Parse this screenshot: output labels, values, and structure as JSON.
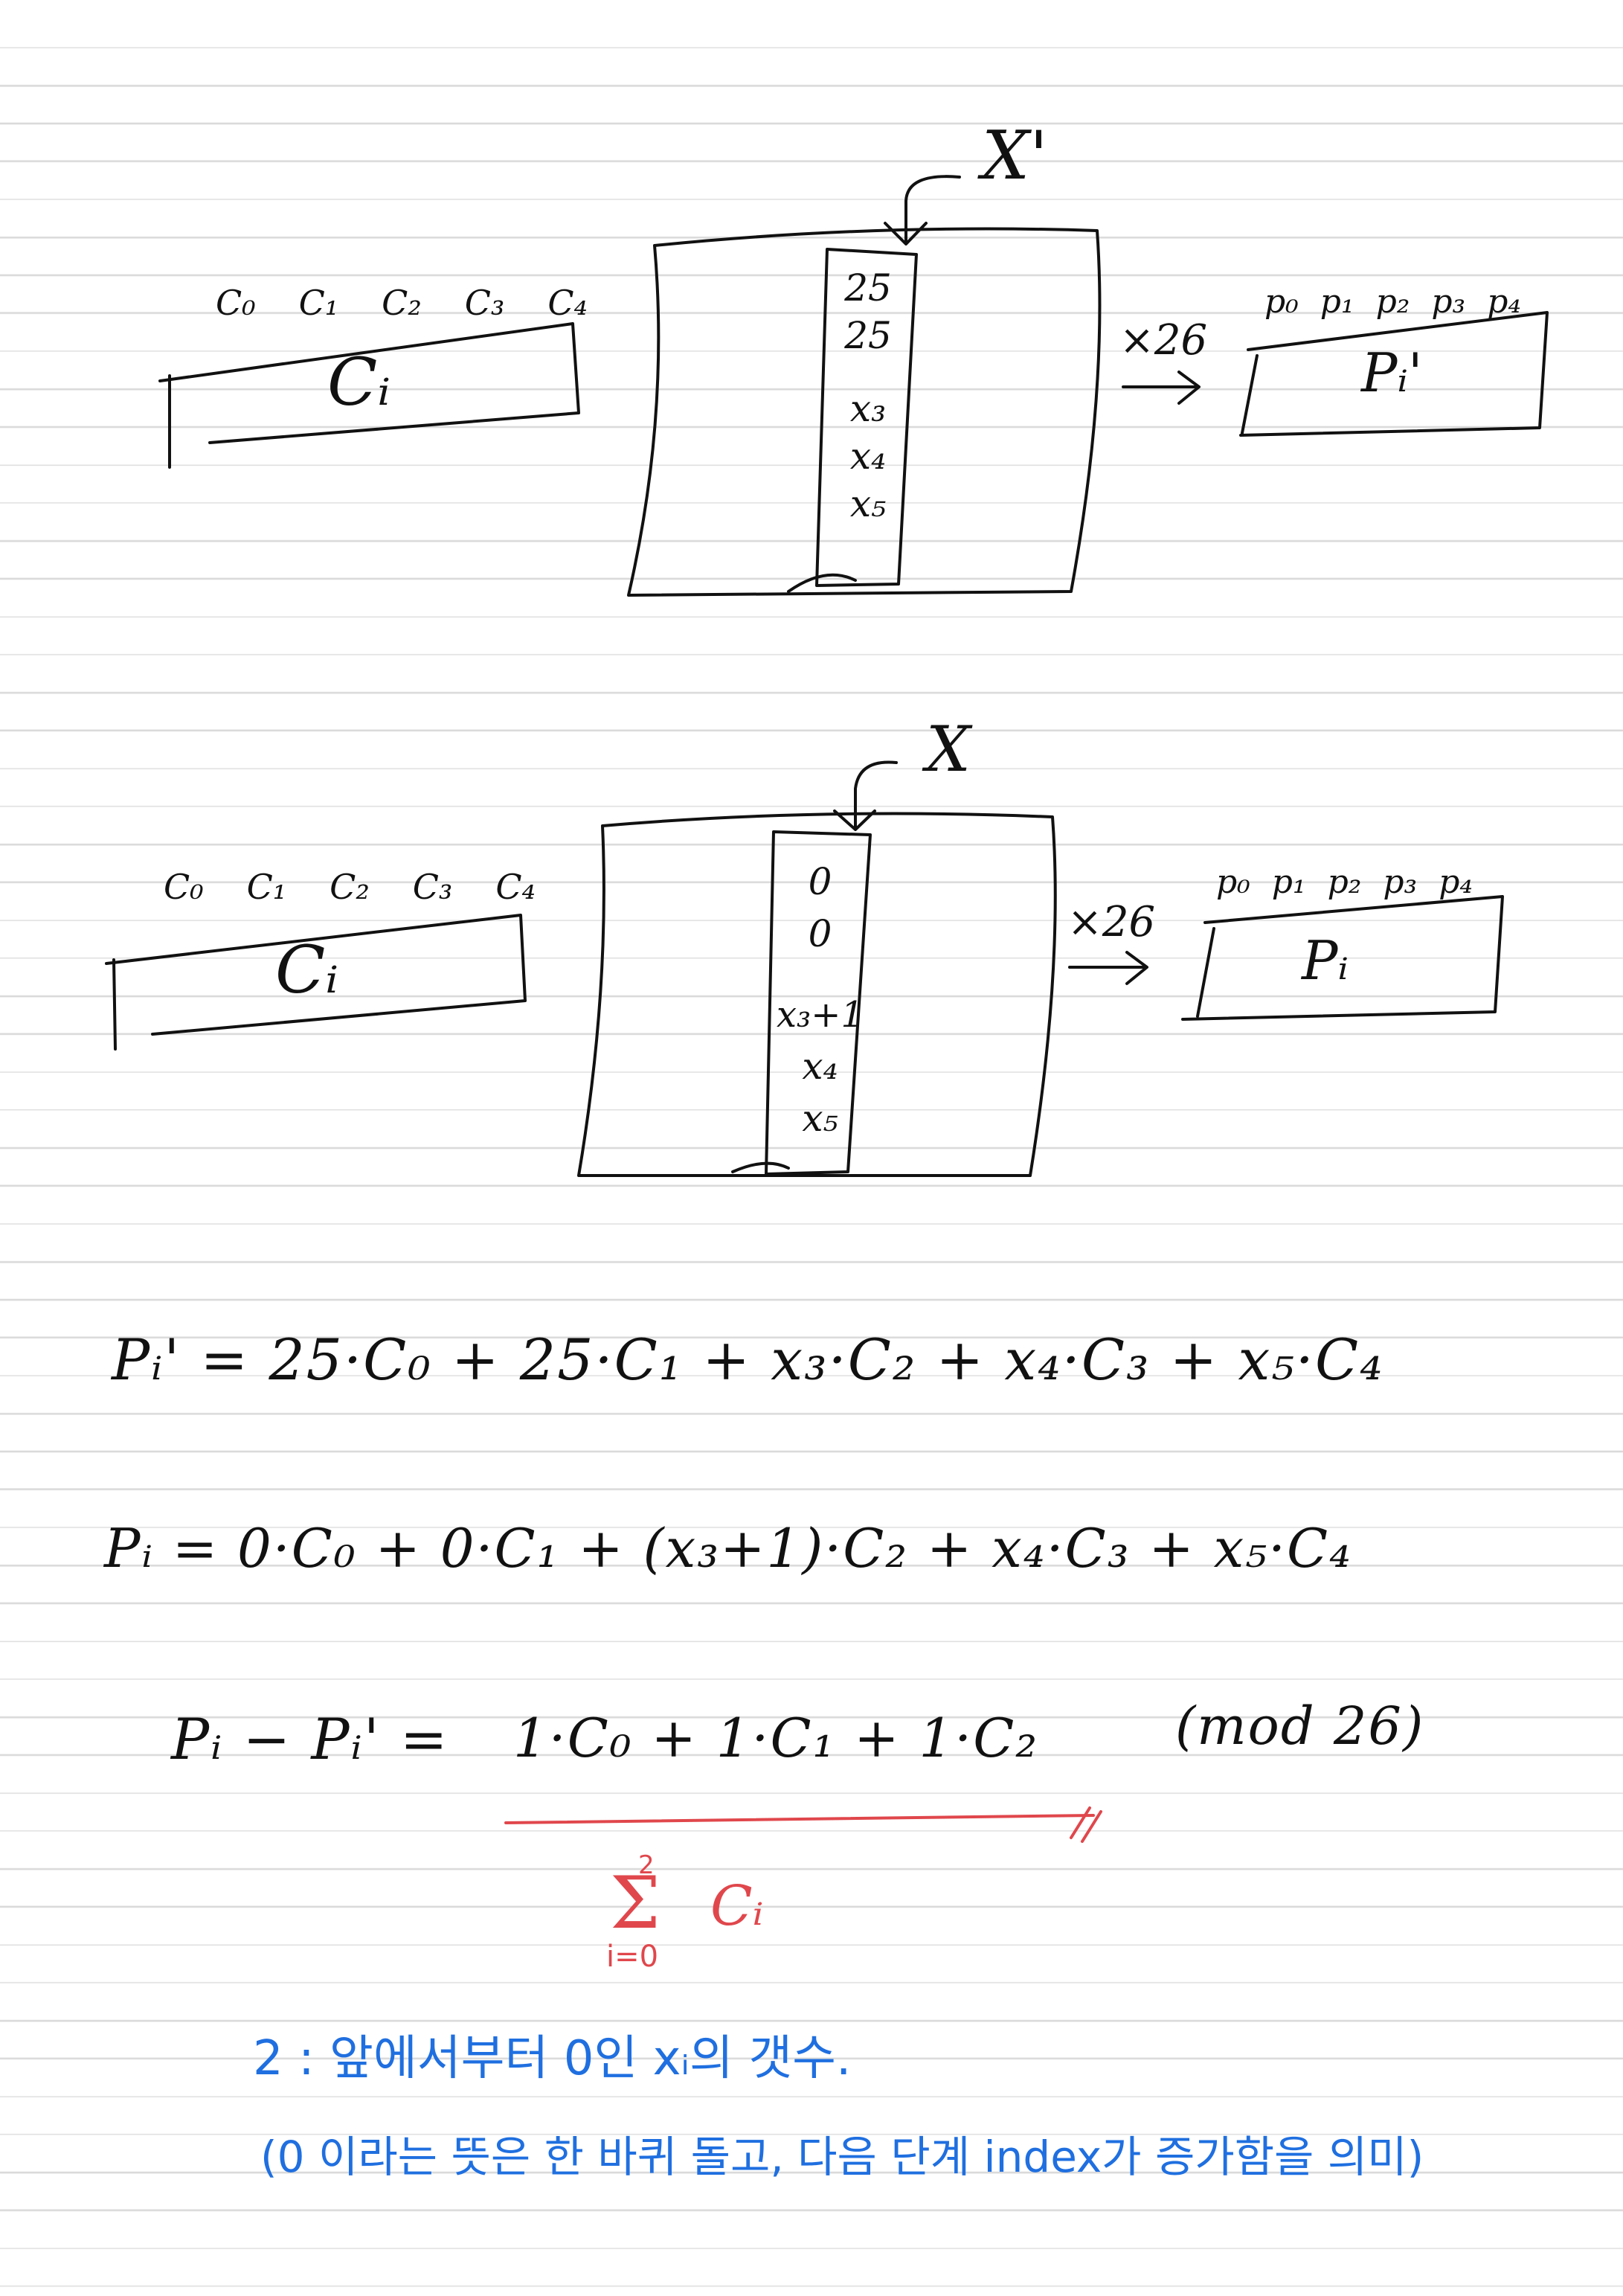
{
  "diagram_top": {
    "x_label": "X'",
    "c_labels": [
      "C₀",
      "C₁",
      "C₂",
      "C₃",
      "C₄"
    ],
    "c_title": "Cᵢ",
    "column_values": [
      "25",
      "25",
      "",
      "x₃",
      "x₄",
      "x₅"
    ],
    "mult_label": "×26",
    "p_labels": [
      "p₀",
      "p₁",
      "p₂",
      "p₃",
      "p₄"
    ],
    "p_title": "Pᵢ'"
  },
  "diagram_bottom": {
    "x_label": "X",
    "c_labels": [
      "C₀",
      "C₁",
      "C₂",
      "C₃",
      "C₄"
    ],
    "c_title": "Cᵢ",
    "column_values": [
      "0",
      "0",
      "",
      "x₃+1",
      "x₄",
      "x₅"
    ],
    "mult_label": "×26",
    "p_labels": [
      "p₀",
      "p₁",
      "p₂",
      "p₃",
      "p₄"
    ],
    "p_title": "Pᵢ"
  },
  "equations": {
    "eq1": "Pᵢ' = 25·C₀ + 25·C₁ + x₃·C₂ + x₄·C₃ + x₅·C₄",
    "eq2": "Pᵢ = 0·C₀ + 0·C₁ + (x₃+1)·C₂ + x₄·C₃ + x₅·C₄",
    "eq3_lhs": "Pᵢ − Pᵢ' =",
    "eq3_rhs": "1·C₀ + 1·C₁ + 1·C₂",
    "eq3_mod": "(mod 26)",
    "sum_upper": "2",
    "sum_symbol": "Σ",
    "sum_lower": "i=0",
    "sum_term": "Cᵢ"
  },
  "notes": {
    "line1": "2 : 앞에서부터 0인 xᵢ의 갯수.",
    "line2": "(0 이라는 뜻은 한 바퀴 돌고, 다음 단계 index가 증가함을 의미)"
  },
  "colors": {
    "ink": "#111111",
    "red": "#e0474c",
    "blue": "#1f6fe0",
    "rule": "#d9d9d9"
  }
}
